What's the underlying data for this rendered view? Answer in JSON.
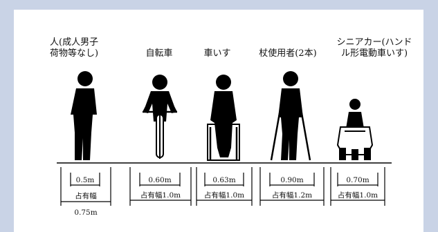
{
  "figures": [
    {
      "label_line1": "人(成人男子",
      "label_line2": "荷物等なし)",
      "width": "0.5m",
      "occupied_label": "占有幅",
      "occupied_value": "0.75m"
    },
    {
      "label_line1": "自転車",
      "label_line2": "",
      "width": "0.60m",
      "occupied_label": "占有幅1.0m",
      "occupied_value": ""
    },
    {
      "label_line1": "車いす",
      "label_line2": "",
      "width": "0.63m",
      "occupied_label": "占有幅1.0m",
      "occupied_value": ""
    },
    {
      "label_line1": "杖使用者(2本)",
      "label_line2": "",
      "width": "0.90m",
      "occupied_label": "占有幅1.2m",
      "occupied_value": ""
    },
    {
      "label_line1": "シニアカー(ハンド",
      "label_line2": "ル形電動車いす)",
      "width": "0.70m",
      "occupied_label": "占有幅1.0m",
      "occupied_value": ""
    }
  ]
}
